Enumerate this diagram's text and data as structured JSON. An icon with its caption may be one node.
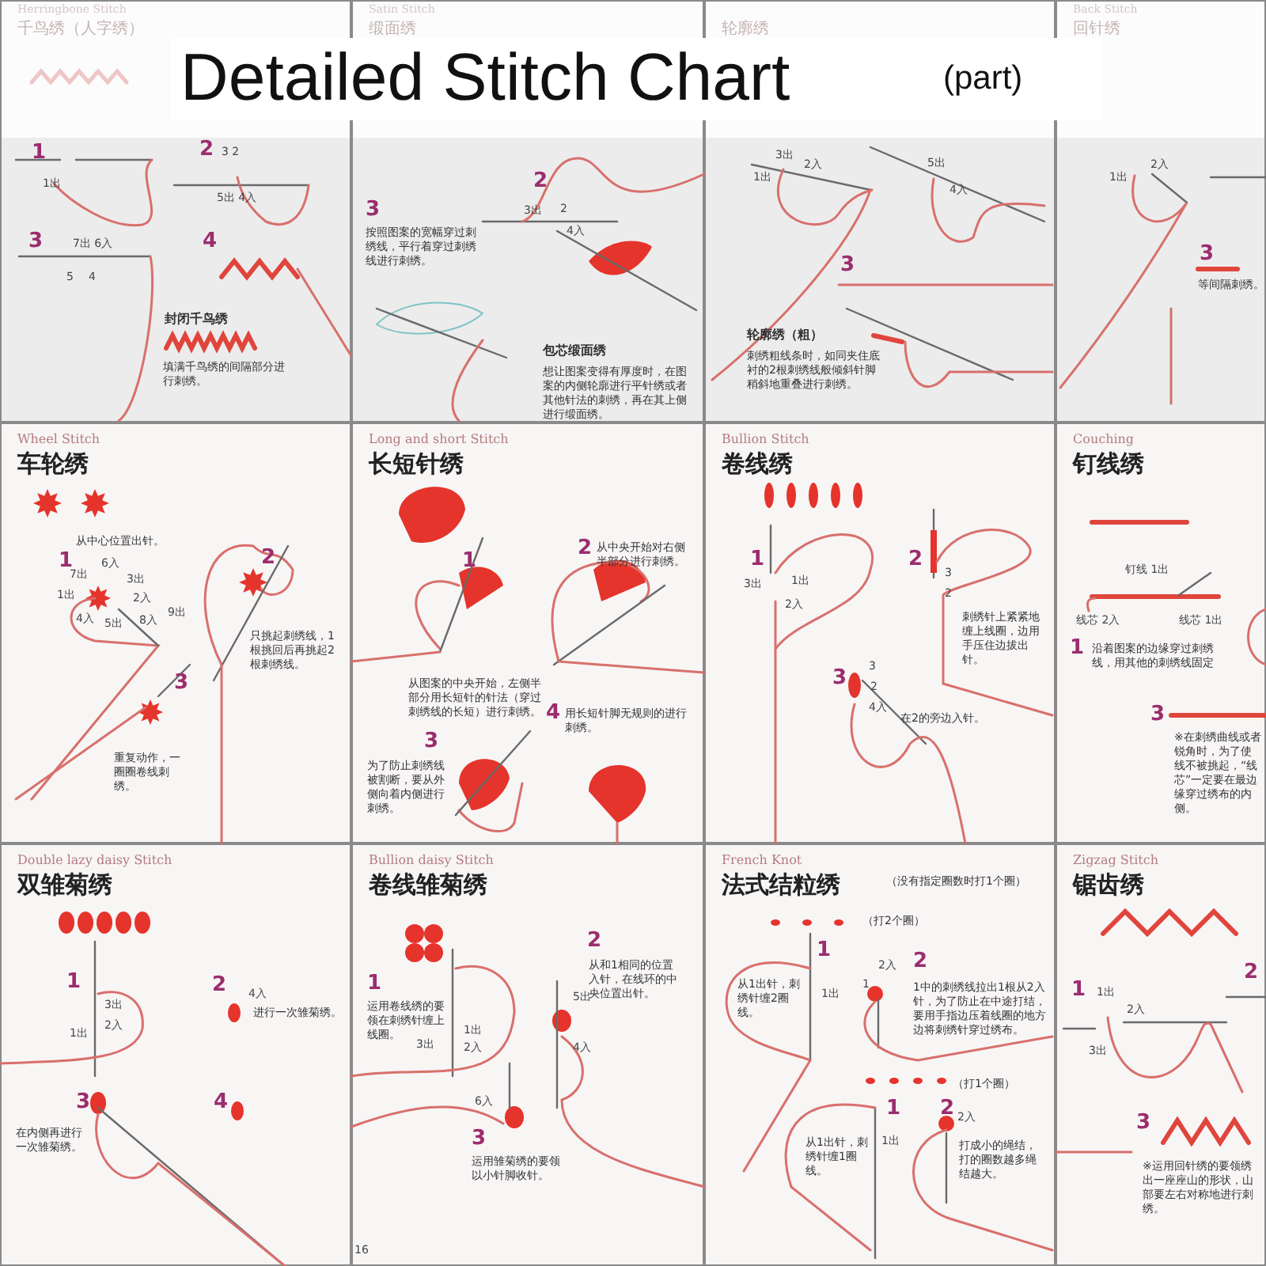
{
  "diagram": {
    "title": "Detailed Stitch Chart",
    "nodes": [
      {
        "text": [
          "Herringbone Stitch",
          "千鸟绣（人字绣）"
        ]
      },
      {
        "text": [
          "Satin Stitch",
          "缎面绣"
        ]
      },
      {
        "text": [
          "轮廓绣"
        ]
      },
      {
        "text": [
          "Back Stitch",
          "回针绣"
        ]
      },
      {
        "text": [
          "Wheel Stitch",
          "车轮绣"
        ]
      },
      {
        "text": [
          "Long and short Stitch",
          "长短针绣"
        ]
      },
      {
        "text": [
          "Bullion Stitch",
          "卷线绣"
        ]
      },
      {
        "text": [
          "Couching",
          "钉线绣"
        ]
      },
      {
        "text": [
          "Double lazy daisy Stitch",
          "双雏菊绣"
        ]
      },
      {
        "text": [
          "Bullion daisy Stitch",
          "卷线雏菊绣"
        ]
      },
      {
        "text": [
          "French Knot",
          "法式结粒绣"
        ]
      },
      {
        "text": [
          "Zigzag Stitch",
          "锯齿绣"
        ]
      }
    ],
    "labels": [
      "(part)",
      "1",
      "1出",
      "2",
      "3 2",
      "5出 4入",
      "3",
      "7出 6入",
      "5",
      "4",
      "4",
      "封闭千鸟绣",
      "填满千鸟绣的间隔部分进行刺绣。",
      "3",
      "按照图案的宽幅穿过刺绣线，平行着穿过刺绣线进行刺绣。",
      "2",
      "3出",
      "2",
      "4入",
      "包芯缎面绣",
      "想让图案变得有厚度时，在图案的内侧轮廓进行平针绣或者其他针法的刺绣，再在其上侧进行缎面绣。",
      "3出",
      "2入",
      "1出",
      "5出",
      "4入",
      "3",
      "轮廓绣（粗）",
      "刺绣粗线条时，如同夹住底衬的2根刺绣线般倾斜针脚稍斜地重叠进行刺绣。",
      "1出",
      "2入",
      "3",
      "等间隔刺绣。",
      "从中心位置出针。",
      "1",
      "7出",
      "6入",
      "3出",
      "1出",
      "2入",
      "9出",
      "4入",
      "5出",
      "8入",
      "2",
      "只挑起刺绣线，1根挑回后再挑起2根刺绣线。",
      "3",
      "重复动作，一圈圈卷线刺绣。",
      "1",
      "2",
      "从中央开始对右侧半部分进行刺绣。",
      "从图案的中央开始，左侧半部分用长短针的针法（穿过刺绣线的长短）进行刺绣。",
      "3",
      "为了防止刺绣线被割断，要从外侧向着内侧进行刺绣。",
      "4",
      "用长短针脚无规则的进行刺绣。",
      "1",
      "3出",
      "1出",
      "2入",
      "2",
      "3",
      "2",
      "刺绣针上紧紧地缠上线圈，边用手压住边拔出针。",
      "3",
      "3",
      "2",
      "4入",
      "在2的旁边入针。",
      "钉线 1出",
      "线芯 2入",
      "线芯 1出",
      "1",
      "沿着图案的边缘穿过刺绣线，用其他的刺绣线固定",
      "3",
      "※在刺绣曲线或者锐角时，为了使线不被挑起，“线芯”一定要在最边缘穿过绣布的内侧。",
      "1",
      "3出",
      "2入",
      "1出",
      "2",
      "4入",
      "进行一次雏菊绣。",
      "3",
      "在内侧再进行一次雏菊绣。",
      "4",
      "1",
      "运用卷线绣的要领在刺绣针缠上线圈。",
      "1出",
      "3出",
      "2入",
      "2",
      "从和1相同的位置入针，在线环的中央位置出针。",
      "5出",
      "4入",
      "6入",
      "3",
      "运用雏菊绣的要领以小针脚收针。",
      "16",
      "（没有指定圈数时打1个圈）",
      "（打2个圈）",
      "1",
      "1出",
      "从1出针，刺绣针缠2圈线。",
      "2入",
      "1",
      "2",
      "1中的刺绣线拉出1根从2入针，为了防止在中途打结，要用手指边压着线圈的地方边将刺绣针穿过绣布。",
      "（打1个圈）",
      "1",
      "1出",
      "从1出针，刺绣针缠1圈线。",
      "2",
      "2入",
      "打成小的绳结，打的圈数越多绳结越大。",
      "1",
      "1出",
      "2入",
      "3出",
      "2",
      "3",
      "※运用回针绣的要领绣出一座座山的形状，山部要左右对称地进行刺绣。"
    ]
  }
}
